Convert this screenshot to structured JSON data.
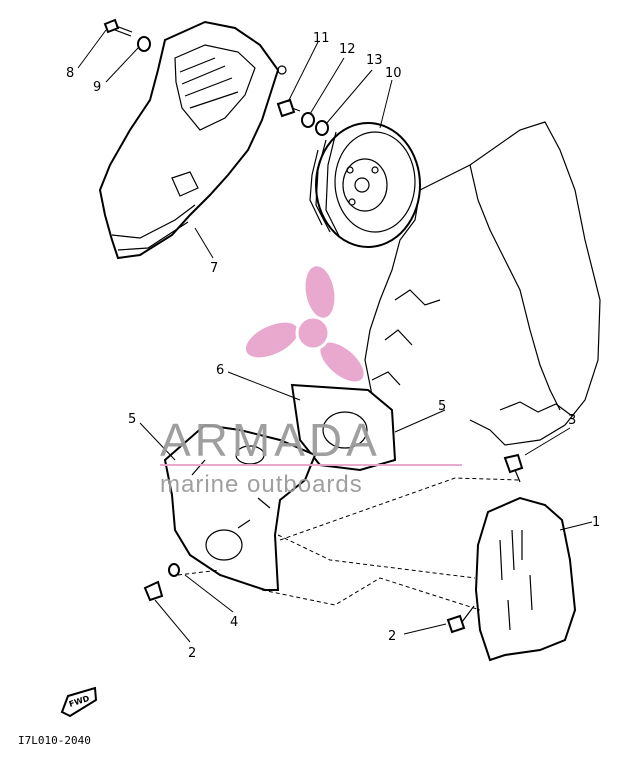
{
  "diagram": {
    "callouts": [
      {
        "id": "c1",
        "text": "1"
      },
      {
        "id": "c2a",
        "text": "2"
      },
      {
        "id": "c2b",
        "text": "2"
      },
      {
        "id": "c3",
        "text": "3"
      },
      {
        "id": "c4",
        "text": "4"
      },
      {
        "id": "c5a",
        "text": "5"
      },
      {
        "id": "c5b",
        "text": "5"
      },
      {
        "id": "c6",
        "text": "6"
      },
      {
        "id": "c7",
        "text": "7"
      },
      {
        "id": "c8",
        "text": "8"
      },
      {
        "id": "c9",
        "text": "9"
      },
      {
        "id": "c10",
        "text": "10"
      },
      {
        "id": "c11",
        "text": "11"
      },
      {
        "id": "c12",
        "text": "12"
      },
      {
        "id": "c13",
        "text": "13"
      }
    ],
    "fwd_label": "FWD",
    "drawing_code": "I7L010-2040"
  },
  "watermark": {
    "title": "ARMADA",
    "subtitle": "marine outboards",
    "title_color": "#9a9a9a",
    "accent_color": "#e8a5cc"
  }
}
